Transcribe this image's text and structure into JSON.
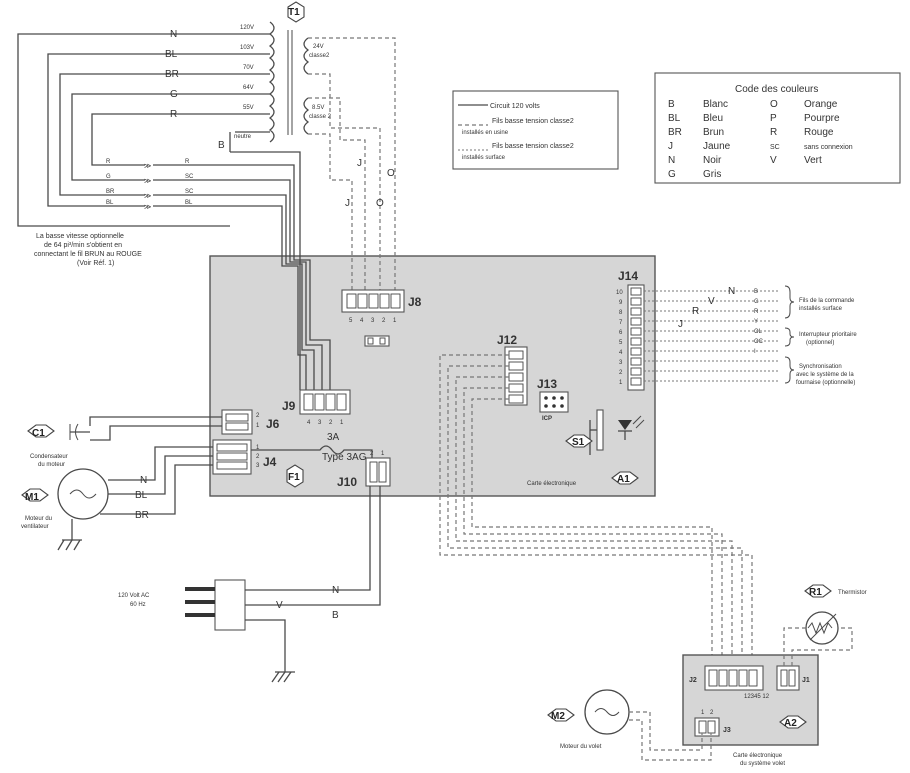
{
  "refs": {
    "T1": "T1",
    "A1": "A1",
    "A2": "A2",
    "F1": "F1",
    "S1": "S1",
    "C1": "C1",
    "M1": "M1",
    "M2": "M2",
    "R1": "R1"
  },
  "connectors": {
    "J1": "J1",
    "J2": "J2",
    "J3": "J3",
    "J4": "J4",
    "J6": "J6",
    "J8": "J8",
    "J9": "J9",
    "J10": "J10",
    "J12": "J12",
    "J13": "J13",
    "J14": "J14"
  },
  "transformer": {
    "taps": [
      "120V",
      "103V",
      "70V",
      "64V",
      "55V"
    ],
    "neutre": "neutre",
    "sec1_v": "24V",
    "sec1_c": "classe2",
    "sec2_v": "8.5V",
    "sec2_c": "classe 2"
  },
  "wire_letters": {
    "N": "N",
    "BL": "BL",
    "BR": "BR",
    "G": "G",
    "R": "R",
    "B": "B",
    "J": "J",
    "O": "O",
    "V": "V",
    "SC": "SC",
    "Y": "Y",
    "OL": "OL",
    "OC": "OC",
    "I": "I"
  },
  "pin_labels": {
    "j8": [
      "5",
      "4",
      "3",
      "2",
      "1"
    ],
    "j9": [
      "4",
      "3",
      "2",
      "1"
    ],
    "j10": [
      "2",
      "1"
    ],
    "j6": [
      "2",
      "1"
    ],
    "j4": [
      "1",
      "2",
      "3"
    ],
    "j14": [
      "10",
      "9",
      "8",
      "7",
      "6",
      "5",
      "4",
      "3",
      "2",
      "1"
    ],
    "j3": [
      "1",
      "2"
    ]
  },
  "legend_lines": {
    "circuit": "Circuit 120 volts",
    "usine1": "Fils basse tension classe2",
    "usine2": "installés en usine",
    "surface1": "Fils basse tension classe2",
    "surface2": "installés surface"
  },
  "color_code": {
    "title": "Code des couleurs",
    "rows": [
      [
        "B",
        "Blanc",
        "O",
        "Orange"
      ],
      [
        "BL",
        "Bleu",
        "P",
        "Pourpre"
      ],
      [
        "BR",
        "Brun",
        "R",
        "Rouge"
      ],
      [
        "J",
        "Jaune",
        "SC",
        "sans connexion"
      ],
      [
        "N",
        "Noir",
        "V",
        "Vert"
      ],
      [
        "G",
        "Gris",
        "",
        ""
      ]
    ]
  },
  "note": {
    "l1": "La basse vitesse optionnelle",
    "l2": "de 64 pi³/min s'obtient en",
    "l3": "connectant le fil BRUN au ROUGE",
    "l4": "(Voir Réf. 1)"
  },
  "annotations": {
    "fils_commande_1": "Fils de la commande",
    "fils_commande_2": "installés surface",
    "interrupteur_1": "Interrupteur prioritaire",
    "interrupteur_2": "(optionnel)",
    "synchro_1": "Synchronisation",
    "synchro_2": "avec le système de la",
    "synchro_3": "fournaise (optionnelle)",
    "carte_a1": "Carte électronique",
    "carte_a2_1": "Carte électronique",
    "carte_a2_2": "du système volet",
    "j13_icp": "ICP",
    "j2_j1_pins": "12345 12"
  },
  "fuse": {
    "rating": "3A",
    "type": "Type 3AG"
  },
  "components": {
    "c1_1": "Condensateur",
    "c1_2": "du moteur",
    "m1_1": "Moteur du",
    "m1_2": "ventilateur",
    "m2": "Moteur du volet",
    "r1": "Thermistor",
    "plug_1": "120 Volt AC",
    "plug_2": "60 Hz"
  }
}
